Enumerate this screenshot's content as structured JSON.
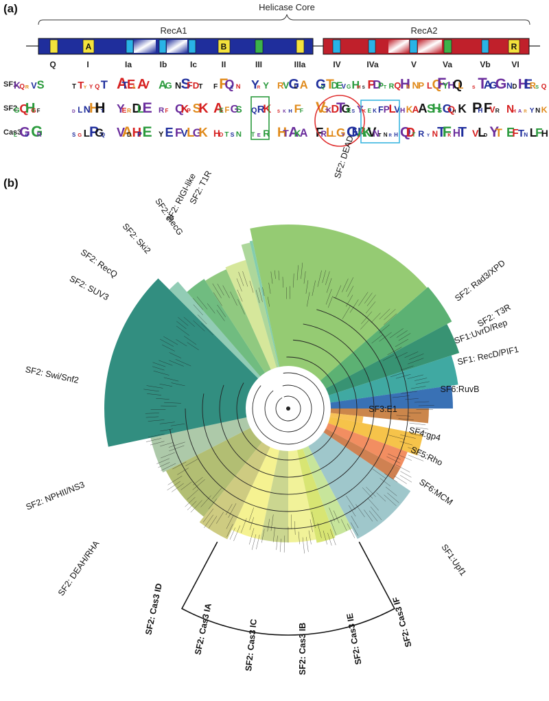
{
  "panel_a": {
    "label": "(a)",
    "header": "Helicase Core",
    "domain1": "RecA1",
    "domain2": "RecA2",
    "motifs_in_box": [
      "A",
      "B",
      "R"
    ],
    "motifs": [
      "Q",
      "I",
      "Ia",
      "Ib",
      "Ic",
      "II",
      "III",
      "IIIa",
      "IV",
      "IVa",
      "V",
      "Va",
      "Vb",
      "VI"
    ],
    "rows": [
      "SF1",
      "SF2",
      "Cas3"
    ],
    "colors": {
      "recA1": "#1f2e9c",
      "recA2": "#c0202b",
      "yellow": "#f4e23c",
      "cyan": "#29b3e6",
      "green": "#3cb24a",
      "motif_box_green": "#2a9a3c",
      "circle_red": "#e03030",
      "box_cyan": "#39b6e0"
    }
  },
  "panel_b": {
    "label": "(b)",
    "clades": [
      {
        "name": "SF2: DEAD",
        "color": "#82c25a"
      },
      {
        "name": "SF2: Rad3/XPD",
        "color": "#3fa35b"
      },
      {
        "name": "SF2: T3R",
        "color": "#15805a"
      },
      {
        "name": "SF1:UvrD/Rep",
        "color": "#1f9a92"
      },
      {
        "name": "SF1: RecD/PIF1",
        "color": "#1658a8"
      },
      {
        "name": "SF6:RuvB",
        "color": "#c2712c"
      },
      {
        "name": "SF3:E1",
        "color": "#f7b73a"
      },
      {
        "name": "SF4:gp4",
        "color": "#f5b82a"
      },
      {
        "name": "SF5:Rho",
        "color": "#f07a45"
      },
      {
        "name": "SF6:MCM",
        "color": "#c76b34"
      },
      {
        "name": "SF1:Upf1",
        "color": "#8ebdc2"
      },
      {
        "name": "SF2: DEAH/RHA",
        "color": "#a5b35a"
      },
      {
        "name": "SF2: NPHII/NS3",
        "color": "#9fbf9a"
      },
      {
        "name": "SF2: Swi/Snf2",
        "color": "#0e7a6a"
      },
      {
        "name": "SF2: SUV3",
        "color": "#7fc3a8"
      },
      {
        "name": "SF2: RecQ",
        "color": "#57b06a"
      },
      {
        "name": "SF2: Ski2",
        "color": "#7cc06a"
      },
      {
        "name": "SF2: RecG",
        "color": "#cfe38a"
      },
      {
        "name": "SF2: RIGI-like",
        "color": "#9fd08a"
      },
      {
        "name": "SF2: T1R",
        "color": "#6ec4a0"
      }
    ],
    "cas3": [
      {
        "name": "SF2: Cas3 ID",
        "color": "#c6c26b"
      },
      {
        "name": "SF2: Cas3 IA",
        "color": "#f3f07e"
      },
      {
        "name": "SF2: Cas3 IC",
        "color": "#c2cf7c"
      },
      {
        "name": "SF2: Cas3 IB",
        "color": "#eef087"
      },
      {
        "name": "SF2: Cas3 IE",
        "color": "#d1e15a"
      },
      {
        "name": "SF2: Cas3 IF",
        "color": "#bde089"
      }
    ]
  }
}
